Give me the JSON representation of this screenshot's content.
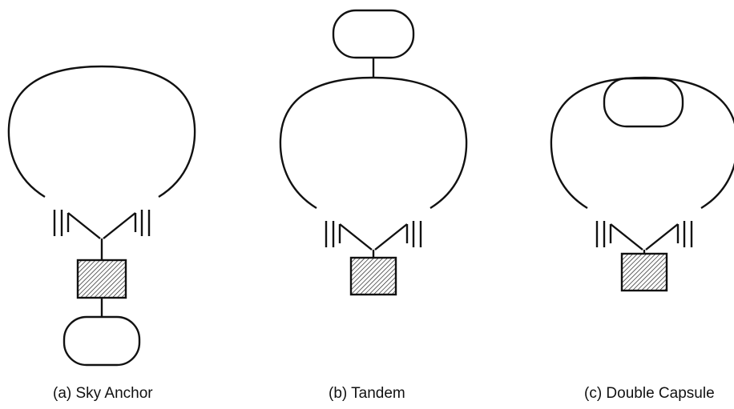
{
  "figures": [
    {
      "id": "a",
      "caption": "(a) Sky Anchor"
    },
    {
      "id": "b",
      "caption": "(b) Tandem"
    },
    {
      "id": "c",
      "caption": "(c) Double Capsule"
    }
  ],
  "colors": {
    "stroke": "#111111",
    "background": "#ffffff"
  }
}
